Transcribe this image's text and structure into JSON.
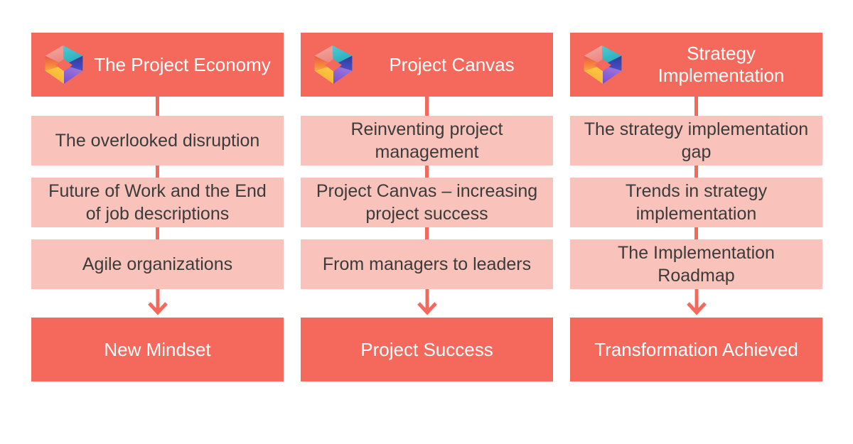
{
  "diagram": {
    "colors": {
      "coral": "#F4695C",
      "pink": "#F9C3BC",
      "dark_text": "#3B3B3B",
      "light_text": "#FFFFFF"
    },
    "icon": {
      "name": "hexagon-cube-logo",
      "face_colors": {
        "pink_light": "#F3ACA6",
        "pink_dark": "#EC867D",
        "teal_light": "#4FCDD4",
        "teal_dark": "#29A9BD",
        "blue_dark": "#2C3CA0",
        "blue_light": "#4D4EC4",
        "purple_light": "#9D7ADF",
        "purple_dark": "#7C4FCB",
        "yellow": "#FBCB3E",
        "amber": "#F5AB3C",
        "orange": "#F58B3D",
        "red": "#E55A4E"
      }
    },
    "columns": [
      {
        "header": "The Project Economy",
        "steps": [
          "The overlooked disruption",
          "Future of Work and the End\nof job descriptions",
          "Agile organizations"
        ],
        "outcome": "New Mindset"
      },
      {
        "header": "Project Canvas",
        "steps": [
          "Reinventing project\nmanagement",
          "Project Canvas – increasing\nproject success",
          "From managers to leaders"
        ],
        "outcome": "Project Success"
      },
      {
        "header": "Strategy\nImplementation",
        "steps": [
          "The strategy implementation\ngap",
          "Trends in strategy\nimplementation",
          "The Implementation\nRoadmap"
        ],
        "outcome": "Transformation Achieved"
      }
    ]
  }
}
